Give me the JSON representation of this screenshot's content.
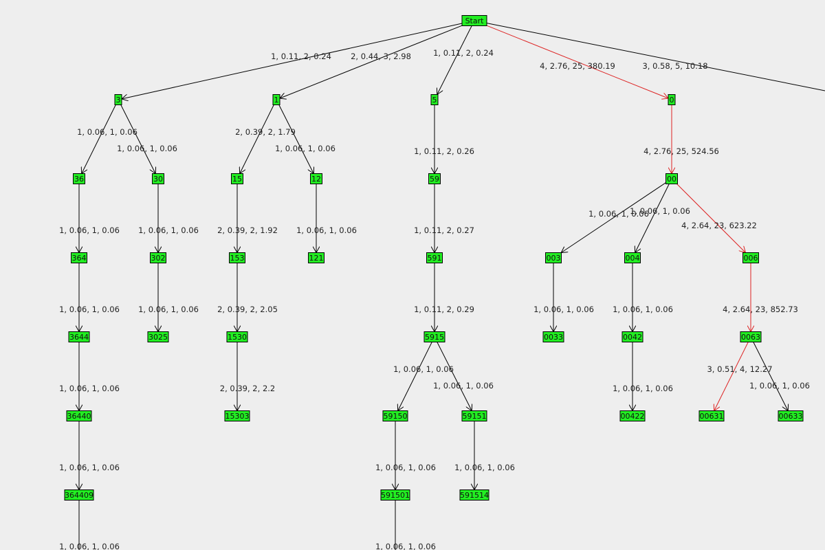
{
  "colors": {
    "background": "#eeeeee",
    "node_fill": "#22ee22",
    "node_border": "#000000",
    "edge_default": "#000000",
    "edge_highlight": "#dd2222"
  },
  "nodes": [
    {
      "id": "Start",
      "label": "Start"
    },
    {
      "id": "3",
      "label": "3"
    },
    {
      "id": "1",
      "label": "1"
    },
    {
      "id": "5",
      "label": "5"
    },
    {
      "id": "0",
      "label": "0"
    },
    {
      "id": "36",
      "label": "36"
    },
    {
      "id": "30",
      "label": "30"
    },
    {
      "id": "15",
      "label": "15"
    },
    {
      "id": "12",
      "label": "12"
    },
    {
      "id": "59",
      "label": "59"
    },
    {
      "id": "00",
      "label": "00"
    },
    {
      "id": "364",
      "label": "364"
    },
    {
      "id": "302",
      "label": "302"
    },
    {
      "id": "153",
      "label": "153"
    },
    {
      "id": "121",
      "label": "121"
    },
    {
      "id": "591",
      "label": "591"
    },
    {
      "id": "003",
      "label": "003"
    },
    {
      "id": "004",
      "label": "004"
    },
    {
      "id": "006",
      "label": "006"
    },
    {
      "id": "3644",
      "label": "3644"
    },
    {
      "id": "3025",
      "label": "3025"
    },
    {
      "id": "1530",
      "label": "1530"
    },
    {
      "id": "5915",
      "label": "5915"
    },
    {
      "id": "0033",
      "label": "0033"
    },
    {
      "id": "0042",
      "label": "0042"
    },
    {
      "id": "0063",
      "label": "0063"
    },
    {
      "id": "36440",
      "label": "36440"
    },
    {
      "id": "15303",
      "label": "15303"
    },
    {
      "id": "59150",
      "label": "59150"
    },
    {
      "id": "59151",
      "label": "59151"
    },
    {
      "id": "00422",
      "label": "00422"
    },
    {
      "id": "00631",
      "label": "00631"
    },
    {
      "id": "00633",
      "label": "00633"
    },
    {
      "id": "364409",
      "label": "364409"
    },
    {
      "id": "591501",
      "label": "591501"
    },
    {
      "id": "591514",
      "label": "591514"
    }
  ],
  "edges": [
    {
      "from": "Start",
      "to": "3",
      "label": "1, 0.11, 2, 0.24",
      "highlight": false
    },
    {
      "from": "Start",
      "to": "1",
      "label": "2, 0.44, 3, 2.98",
      "highlight": false
    },
    {
      "from": "Start",
      "to": "5",
      "label": "1, 0.11, 2, 0.24",
      "highlight": false
    },
    {
      "from": "Start",
      "to": "0",
      "label": "4, 2.76, 25, 380.19",
      "highlight": true
    },
    {
      "from": "Start",
      "to": "offscreen",
      "label": "3, 0.58, 5, 10.18",
      "highlight": false
    },
    {
      "from": "3",
      "to": "36",
      "label": "1, 0.06, 1, 0.06",
      "highlight": false
    },
    {
      "from": "3",
      "to": "30",
      "label": "1, 0.06, 1, 0.06",
      "highlight": false
    },
    {
      "from": "1",
      "to": "15",
      "label": "2, 0.39, 2, 1.79",
      "highlight": false
    },
    {
      "from": "1",
      "to": "12",
      "label": "1, 0.06, 1, 0.06",
      "highlight": false
    },
    {
      "from": "5",
      "to": "59",
      "label": "1, 0.11, 2, 0.26",
      "highlight": false
    },
    {
      "from": "0",
      "to": "00",
      "label": "4, 2.76, 25, 524.56",
      "highlight": true
    },
    {
      "from": "36",
      "to": "364",
      "label": "1, 0.06, 1, 0.06",
      "highlight": false
    },
    {
      "from": "30",
      "to": "302",
      "label": "1, 0.06, 1, 0.06",
      "highlight": false
    },
    {
      "from": "15",
      "to": "153",
      "label": "2, 0.39, 2, 1.92",
      "highlight": false
    },
    {
      "from": "12",
      "to": "121",
      "label": "1, 0.06, 1, 0.06",
      "highlight": false
    },
    {
      "from": "59",
      "to": "591",
      "label": "1, 0.11, 2, 0.27",
      "highlight": false
    },
    {
      "from": "00",
      "to": "003",
      "label": "1, 0.06, 1, 0.06",
      "highlight": false
    },
    {
      "from": "00",
      "to": "004",
      "label": "1, 0.06, 1, 0.06",
      "highlight": false
    },
    {
      "from": "00",
      "to": "006",
      "label": "4, 2.64, 23, 623.22",
      "highlight": true
    },
    {
      "from": "364",
      "to": "3644",
      "label": "1, 0.06, 1, 0.06",
      "highlight": false
    },
    {
      "from": "302",
      "to": "3025",
      "label": "1, 0.06, 1, 0.06",
      "highlight": false
    },
    {
      "from": "153",
      "to": "1530",
      "label": "2, 0.39, 2, 2.05",
      "highlight": false
    },
    {
      "from": "591",
      "to": "5915",
      "label": "1, 0.11, 2, 0.29",
      "highlight": false
    },
    {
      "from": "003",
      "to": "0033",
      "label": "1, 0.06, 1, 0.06",
      "highlight": false
    },
    {
      "from": "004",
      "to": "0042",
      "label": "1, 0.06, 1, 0.06",
      "highlight": false
    },
    {
      "from": "006",
      "to": "0063",
      "label": "4, 2.64, 23, 852.73",
      "highlight": true
    },
    {
      "from": "3644",
      "to": "36440",
      "label": "1, 0.06, 1, 0.06",
      "highlight": false
    },
    {
      "from": "1530",
      "to": "15303",
      "label": "2, 0.39, 2, 2.2",
      "highlight": false
    },
    {
      "from": "5915",
      "to": "59150",
      "label": "1, 0.06, 1, 0.06",
      "highlight": false
    },
    {
      "from": "5915",
      "to": "59151",
      "label": "1, 0.06, 1, 0.06",
      "highlight": false
    },
    {
      "from": "0042",
      "to": "00422",
      "label": "1, 0.06, 1, 0.06",
      "highlight": false
    },
    {
      "from": "0063",
      "to": "00631",
      "label": "3, 0.51, 4, 12.27",
      "highlight": true
    },
    {
      "from": "0063",
      "to": "00633",
      "label": "1, 0.06, 1, 0.06",
      "highlight": false
    },
    {
      "from": "36440",
      "to": "364409",
      "label": "1, 0.06, 1, 0.06",
      "highlight": false
    },
    {
      "from": "59150",
      "to": "591501",
      "label": "1, 0.06, 1, 0.06",
      "highlight": false
    },
    {
      "from": "59151",
      "to": "591514",
      "label": "1, 0.06, 1, 0.06",
      "highlight": false
    },
    {
      "from": "364409",
      "to": "offscreen-bottom-1",
      "label": "1, 0.06, 1, 0.06",
      "highlight": false
    },
    {
      "from": "591501",
      "to": "offscreen-bottom-2",
      "label": "1, 0.06, 1, 0.06",
      "highlight": false
    }
  ]
}
